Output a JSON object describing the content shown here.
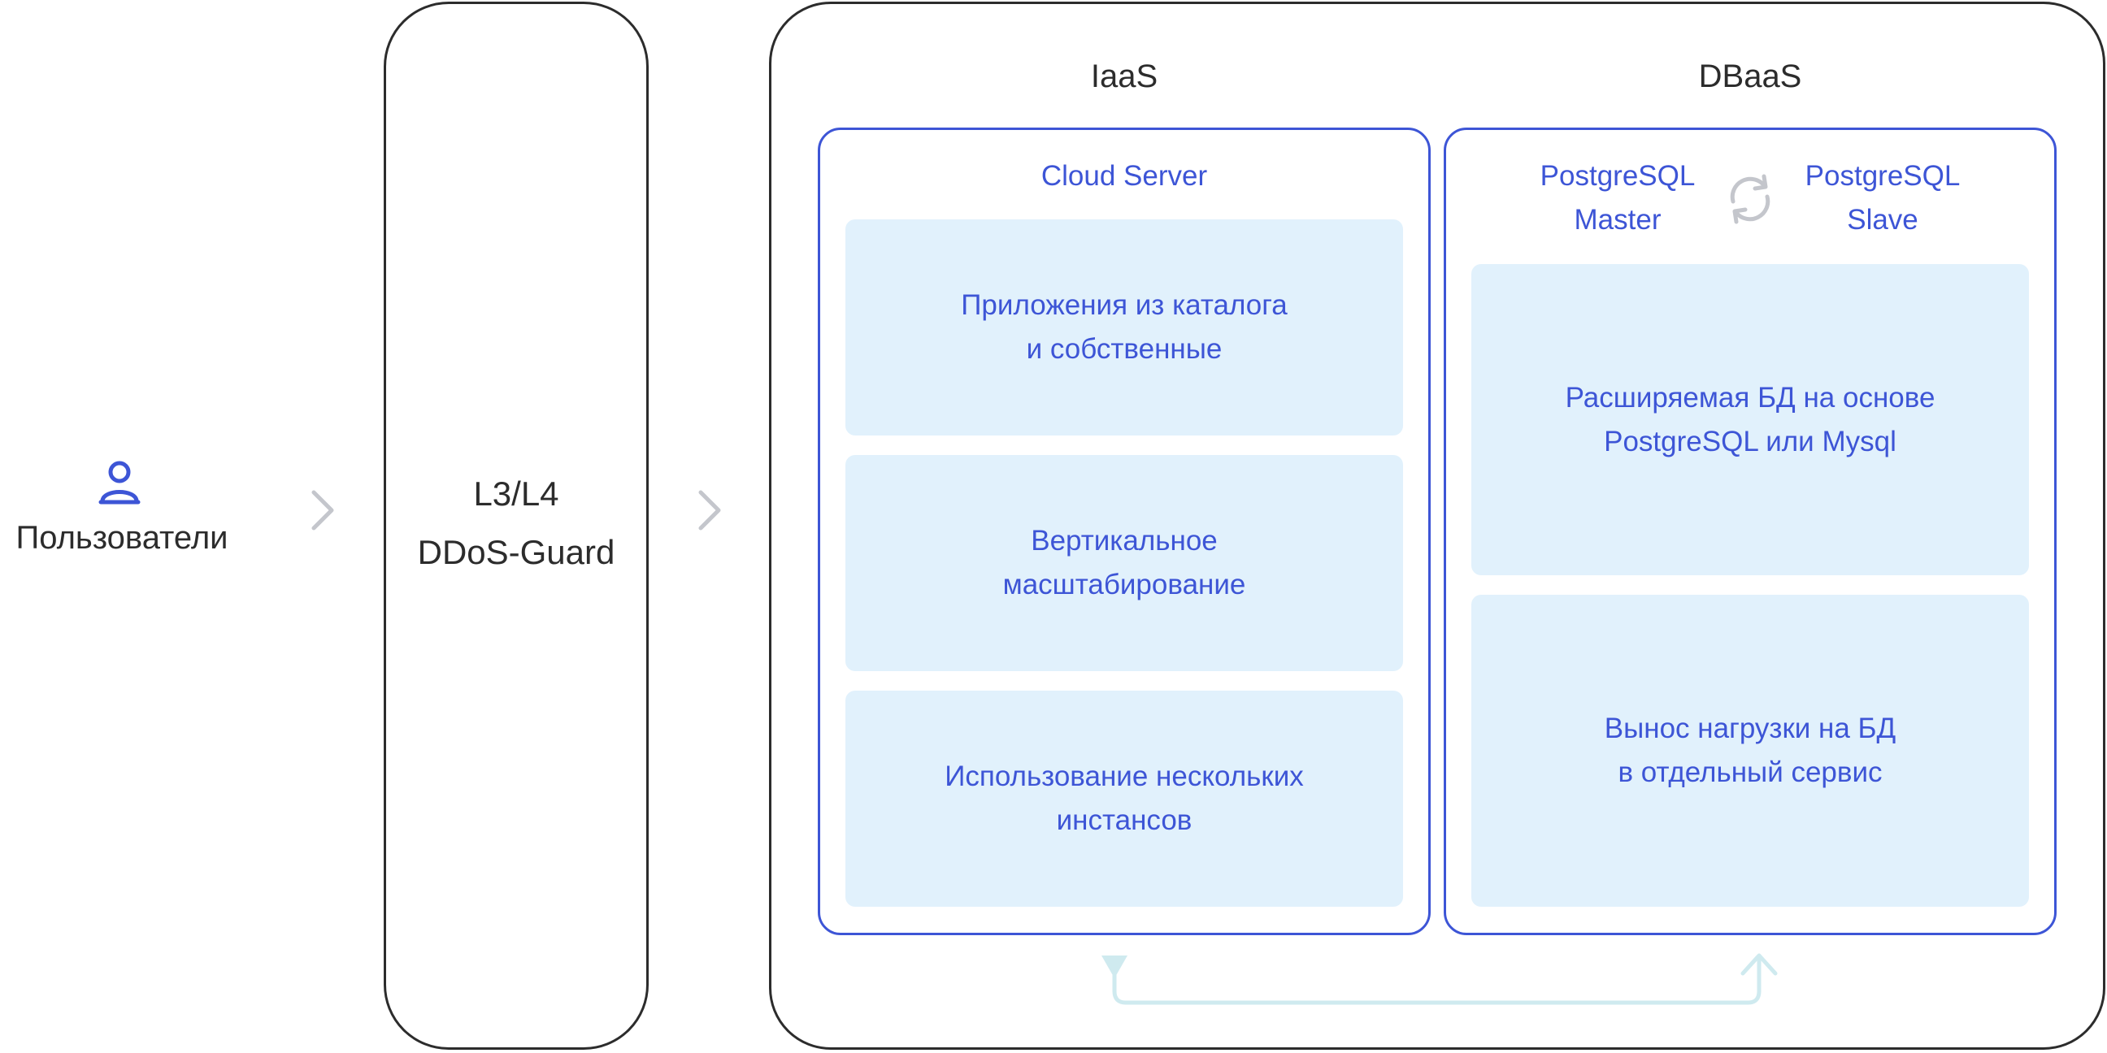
{
  "users": {
    "label": "Пользователи",
    "icon": "user-icon"
  },
  "ddos": {
    "line1": "L3/L4",
    "line2": "DDoS-Guard"
  },
  "iaas": {
    "title": "IaaS",
    "server_label": "Cloud Server",
    "cards": [
      "Приложения из каталога\nи собственные",
      "Вертикальное\nмасштабирование",
      "Использование нескольких\nинстансов"
    ]
  },
  "dbaas": {
    "title": "DBaaS",
    "master_label": "PostgreSQL\nMaster",
    "slave_label": "PostgreSQL\nSlave",
    "sync_icon": "sync-icon",
    "cards": [
      "Расширяемая БД на основе\nPostgreSQL или Mysql",
      "Вынос нагрузки на БД\nв отдельный  сервис"
    ]
  },
  "colors": {
    "accent": "#3d55d6",
    "card_fill": "#e1f1fc",
    "outline": "#2c2c2c",
    "arrow_gray": "#c4c6cc",
    "flow_line": "#cfeaef"
  }
}
